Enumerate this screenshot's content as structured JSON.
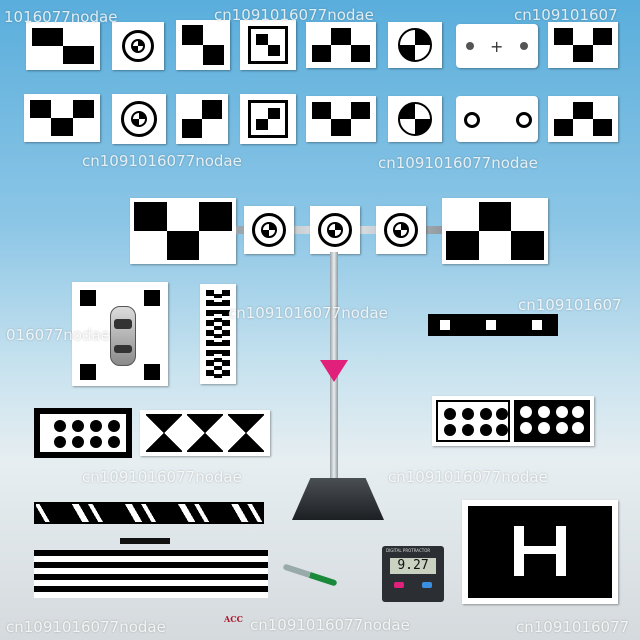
{
  "watermark": "cn1091016077nodae",
  "watermark_variants": {
    "top_left": "1016077nodae",
    "mid_left": "016077nodae",
    "top_right": "cn109101607",
    "mid_right": "cn109101607",
    "bottom_right": "cn1091016077"
  },
  "caption": "ACC",
  "level_display": "9.27",
  "colors": {
    "sky_top": "#5aaedc",
    "floor": "#d5dadd",
    "accent": "#e0207a"
  }
}
